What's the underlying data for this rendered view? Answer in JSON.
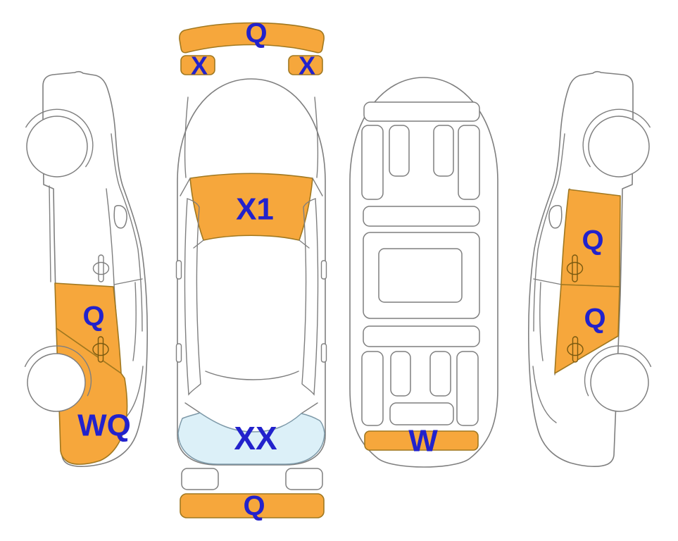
{
  "colors": {
    "highlight": "#F6A73C",
    "highlight_stroke": "#A07820",
    "glass": "#DCF0F8",
    "label_text": "#2222CC",
    "outline": "#7f7f7f"
  },
  "zones": {
    "top_front_bumper": "Q",
    "top_headlight_left": "X",
    "top_headlight_right": "X",
    "top_windshield": "X1",
    "top_rear_window": "XX",
    "top_rear_bumper": "Q",
    "left_rear_door": "Q",
    "left_rear_quarter": "WQ",
    "underbody_rear_crossmember": "W",
    "right_front_door": "Q",
    "right_rear_door": "Q"
  }
}
